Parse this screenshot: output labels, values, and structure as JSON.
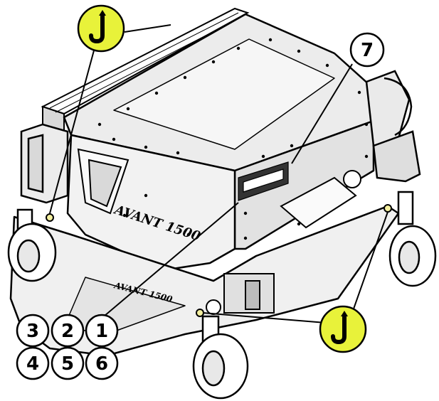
{
  "figure": {
    "callouts": [
      {
        "id": "c7",
        "label": "7"
      },
      {
        "id": "c1",
        "label": "1"
      },
      {
        "id": "c2",
        "label": "2"
      },
      {
        "id": "c3",
        "label": "3"
      },
      {
        "id": "c4",
        "label": "4"
      },
      {
        "id": "c5",
        "label": "5"
      },
      {
        "id": "c6",
        "label": "6"
      }
    ],
    "lift_point_icons": [
      {
        "id": "hook-top-left",
        "icon": "lifting-hook-icon"
      },
      {
        "id": "hook-bottom-right",
        "icon": "lifting-hook-icon"
      }
    ],
    "brand_label": "AVANT 1500",
    "deck_label": "AVANT 1500",
    "colors": {
      "hook_badge": "#e8f23a",
      "line": "#000000",
      "shade": "#d9d9d9",
      "panel": "#ececec"
    }
  }
}
